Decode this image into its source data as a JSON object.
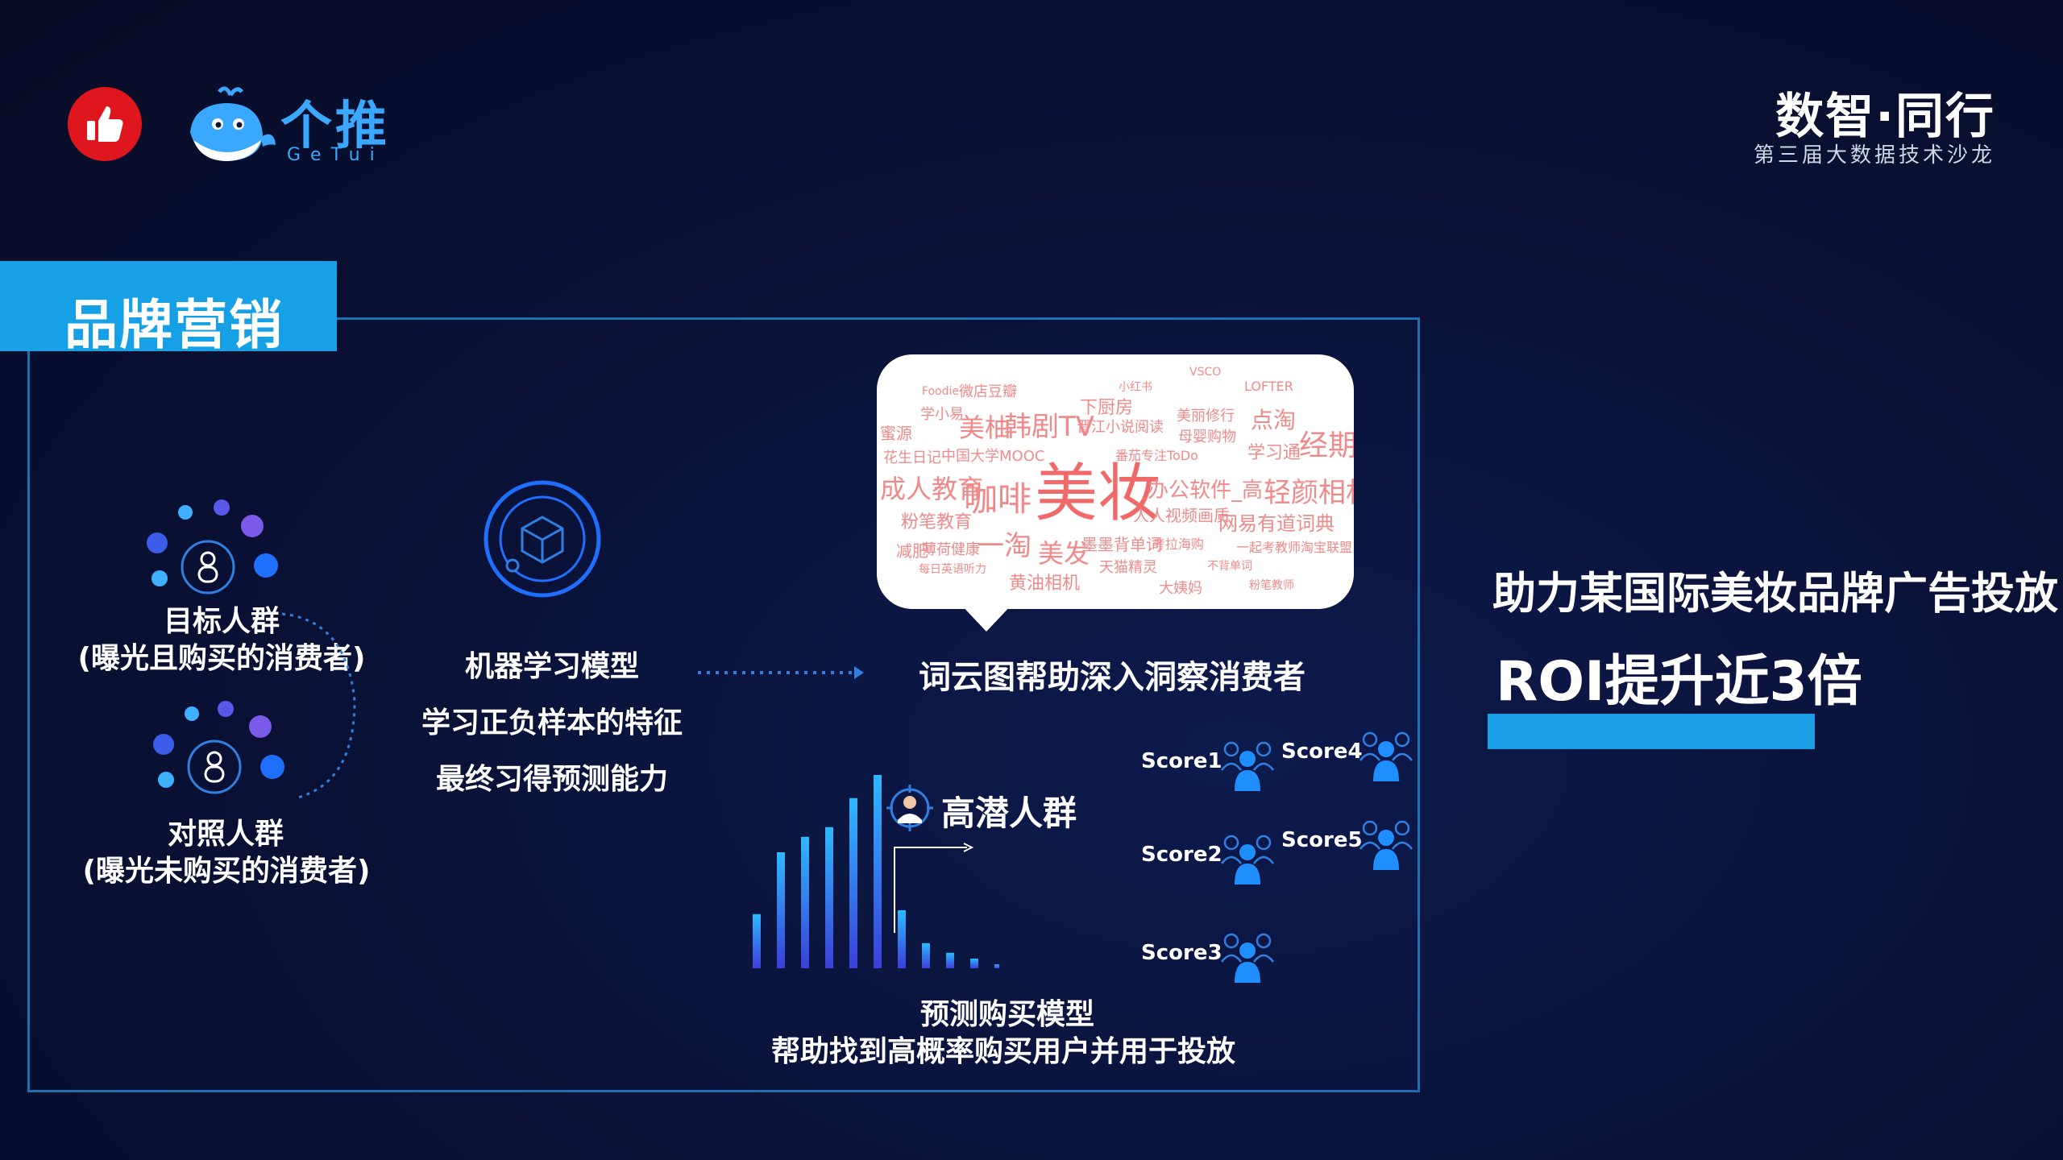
{
  "header": {
    "brand_cn": "个推",
    "brand_en": "GeTui",
    "event_title": "数智·同行",
    "event_subtitle": "第三届大数据技术沙龙"
  },
  "section": {
    "tag": "品牌营销"
  },
  "groups": {
    "target_title": "目标人群",
    "target_desc": "(曝光且购买的消费者)",
    "control_title": "对照人群",
    "control_desc": "(曝光未购买的消费者)"
  },
  "ml": {
    "line1": "机器学习模型",
    "line2": "学习正负样本的特征",
    "line3": "最终习得预测能力"
  },
  "wordcloud": {
    "caption": "词云图帮助深入洞察消费者",
    "words": [
      "美妆",
      "咖啡",
      "成人教育",
      "轻颜相机",
      "韩剧TV",
      "美柚",
      "一淘",
      "美发",
      "点淘",
      "经期",
      "学习通",
      "粉笔教育",
      "办公软件_高",
      "网易有道词典",
      "中国大学MOOC",
      "花生日记",
      "下厨房",
      "美丽修行",
      "黄油相机",
      "蜜源",
      "墨墨背单词",
      "薄荷健康",
      "人人视频画质",
      "天猫精灵",
      "大姨妈",
      "VSCO",
      "LOFTER",
      "Foodie",
      "微店豆瓣",
      "学小易",
      "晋江小说阅读",
      "母婴购物",
      "番茄专注ToDo",
      "减肥",
      "每日英语听力",
      "一起考教师淘宝联盟",
      "考拉海购",
      "不背单词",
      "粉笔教师",
      "小红书"
    ]
  },
  "predict": {
    "high_potential": "高潜人群",
    "line1": "预测购买模型",
    "line2": "帮助找到高概率购买用户并用于投放",
    "bars": [
      0.28,
      0.6,
      0.68,
      0.73,
      0.88,
      1.0,
      0.3,
      0.13,
      0.08,
      0.05,
      0.02
    ],
    "scores": [
      "Score1",
      "Score2",
      "Score3",
      "Score4",
      "Score5"
    ]
  },
  "result": {
    "title": "助力某国际美妆品牌广告投放",
    "roi": "ROI提升近3倍"
  },
  "colors": {
    "accent": "#16a0e6",
    "frame": "#1e6fb0",
    "cloud_text": "#f08a8a",
    "thumb_red": "#e0161e"
  }
}
